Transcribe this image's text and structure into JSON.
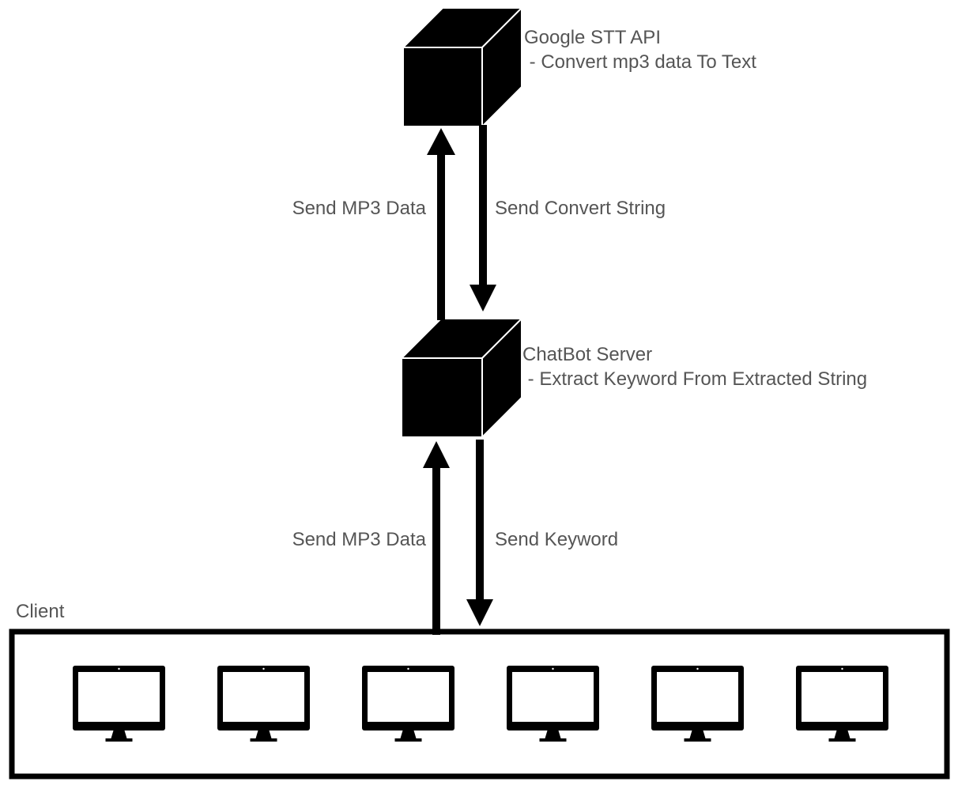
{
  "nodes": {
    "stt": {
      "title": "Google STT API",
      "detail": " - Convert mp3 data To Text"
    },
    "chatbot": {
      "title": "ChatBot Server",
      "detail": " - Extract Keyword From Extracted String"
    },
    "client": {
      "title": "Client",
      "monitor_count": 6
    }
  },
  "edges": {
    "chatbot_to_stt": "Send MP3 Data",
    "stt_to_chatbot": "Send Convert String",
    "client_to_chatbot": "Send MP3 Data",
    "chatbot_to_client": "Send Keyword"
  },
  "colors": {
    "stroke": "#000000",
    "label": "#555555",
    "background": "#ffffff"
  }
}
